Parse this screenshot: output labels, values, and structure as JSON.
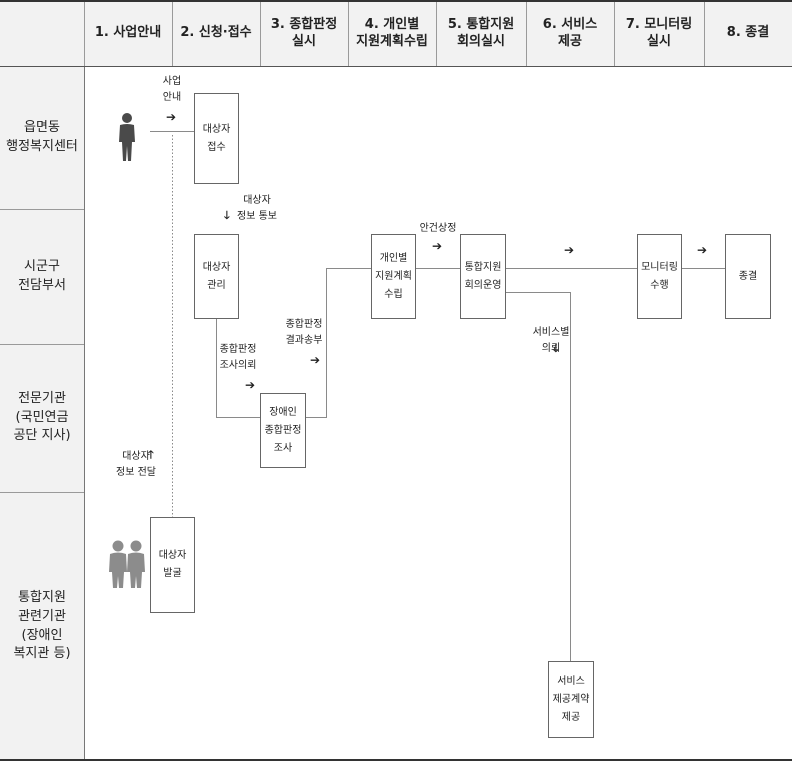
{
  "header": {
    "columns": [
      "1. 사업안내",
      "2. 신청·접수",
      "3. 종합판정\n실시",
      "4. 개인별\n지원계획수립",
      "5. 통합지원\n회의실시",
      "6. 서비스\n제공",
      "7. 모니터링\n실시",
      "8. 종결"
    ]
  },
  "lanes": [
    "읍면동\n행정복지센터",
    "시군구\n전담부서",
    "전문기관\n(국민연금\n공단 지사)",
    "통합지원\n관련기관\n(장애인\n복지관 등)"
  ],
  "boxes": {
    "receipt": "대상자\n접수",
    "management": "대상자\n관리",
    "assessment": "장애인\n종합판정\n조사",
    "plan": "개인별\n지원계획\n수립",
    "meeting": "통합지원\n회의운영",
    "monitoring": "모니터링\n수행",
    "closure": "종결",
    "discovery": "대상자\n발굴",
    "service": "서비스\n제공계약\n제공"
  },
  "labels": {
    "business_guide": "사업\n안내",
    "info_notice": "대상자\n정보 통보",
    "assessment_request": "종합판정\n조사의뢰",
    "result_send": "종합판정\n결과송부",
    "agenda": "안건상정",
    "service_request": "서비스별\n의뢰",
    "info_delivery": "대상자\n정보 전달"
  },
  "arrows": {
    "right": "➔",
    "down": "🡓",
    "up": "🡑"
  },
  "icons": [
    "person-icon",
    "people-icon",
    "arrow-right-icon",
    "arrow-down-icon",
    "arrow-up-icon"
  ]
}
